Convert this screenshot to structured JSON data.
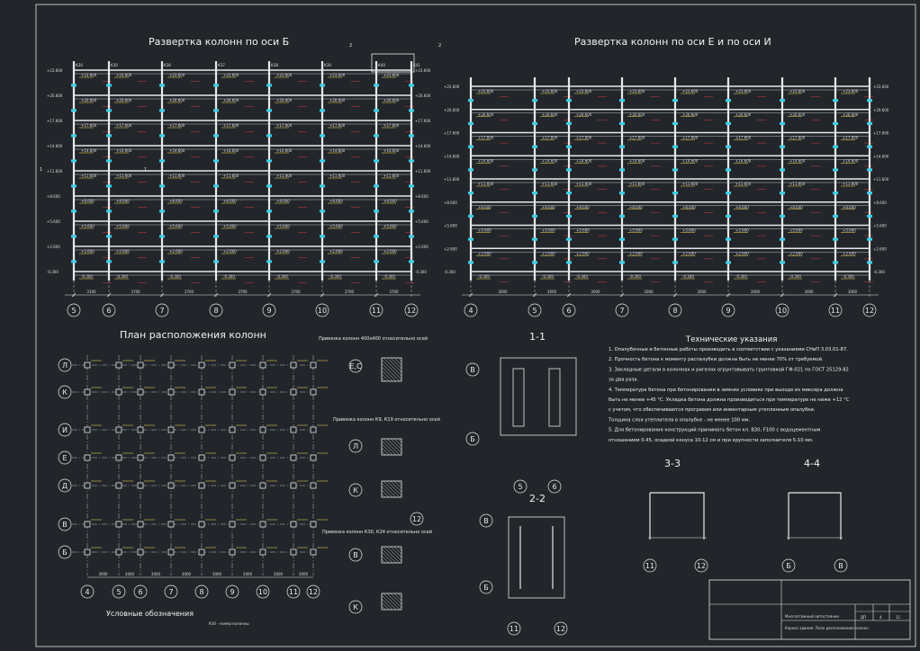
{
  "titles": {
    "elev_b": "Развертка колонн по оси Б",
    "elev_ei": "Развертка колонн по оси Е и по оси И",
    "plan": "План расположения колонн",
    "tech": "Технические указания",
    "sec11": "1-1",
    "sec22": "2-2",
    "sec33": "3-3",
    "sec44": "4-4",
    "legend": "Условные обозначения"
  },
  "binding": {
    "b1": "Привязка колонн 400х400 относительно осей",
    "b2": "Привязка колонн К9, К19 относительно осей",
    "b3": "Привязка колонн К30, К24 относительно осей"
  },
  "elevB": {
    "axes": [
      "5",
      "6",
      "7",
      "8",
      "9",
      "10",
      "11",
      "12"
    ],
    "levels": [
      "+23.600",
      "+20.600",
      "+17.600",
      "+14.600",
      "+11.600",
      "+8.600",
      "+5.600",
      "+2.600",
      "-0.300"
    ],
    "columns": [
      "К26",
      "К30",
      "К36",
      "К37",
      "К38",
      "К39",
      "К40",
      "К41"
    ],
    "dims": [
      "3100",
      "3700",
      "3700",
      "3700",
      "3700",
      "3700",
      "3700"
    ]
  },
  "elevE": {
    "axes": [
      "4",
      "5",
      "6",
      "7",
      "8",
      "9",
      "10",
      "11",
      "12"
    ],
    "levels": [
      "+23.600",
      "+20.600",
      "+17.600",
      "+14.600",
      "+11.600",
      "+8.600",
      "+5.600",
      "+2.600",
      "-0.300"
    ],
    "dims": [
      "3000",
      "3000",
      "3000",
      "3000",
      "3000",
      "3000",
      "3000",
      "3000"
    ]
  },
  "plan": {
    "rows": [
      "Л",
      "К",
      "И",
      "Е",
      "Д",
      "В",
      "Б"
    ],
    "cols": [
      "4",
      "5",
      "6",
      "7",
      "8",
      "9",
      "10",
      "11",
      "12"
    ],
    "dims": [
      "3000",
      "3000",
      "3000",
      "3000",
      "3000",
      "3000",
      "3000",
      "3000"
    ]
  },
  "notes": [
    "1. Опалубочные и бетонные работы производить в соответствии с указаниями СНиП 3.03.01-87.",
    "2. Прочность бетона к моменту распалубки должна быть не менее 70% от требуемой.",
    "3. Закладные детали в колоннах и ригелях огрунтовывать грунтовкой ГФ-021 по ГОСТ 25129-82",
    "   за два раза.",
    "4. Температура бетона при бетонировании в зимних условиях при выходе из миксера должна",
    "   быть не менее +45 °С. Укладка бетона должна производиться при температуре не ниже +12 °С",
    "   с учетом, что обеспечиваются прогревом или инвентарным утепленным опалубки.",
    "   Толщина слоя утеплителя в опалубке - не менее 100 мм.",
    "5. Для бетонирования конструкций принимать бетон кл. В30, F100 с водоцементным",
    "   отношением 0.45, осадкой конуса 10-12 см и при крупности заполнителя 5-10 мм."
  ],
  "sec11": {
    "rows": [
      "В",
      "Б"
    ],
    "cols": [
      "5",
      "6"
    ]
  },
  "sec22": {
    "rows": [
      "В",
      "Б"
    ],
    "cols": [
      "11",
      "12"
    ]
  },
  "sec33": {
    "cols": [
      "11",
      "12"
    ]
  },
  "sec44": {
    "cols": [
      "Б",
      "В"
    ]
  },
  "bindAxes": {
    "b1": "Е,С",
    "b2": [
      "Л",
      "К",
      "12"
    ],
    "b3": [
      "В",
      "К"
    ]
  },
  "legend": {
    "item1": "К30 - номер колонны"
  },
  "stamp": {
    "org": "Многоэтажный автостоянки",
    "sheet_title": "Каркас здания. План расположения колонн",
    "stage": "ДП",
    "sheet": "4",
    "sheets": "11"
  },
  "colors": {
    "bg": "#22262b",
    "line": "#e8e8e8",
    "yellow": "#ffe35a",
    "red": "#ff4040",
    "cyan": "#39d0e8",
    "green": "#3fd16a",
    "magenta": "#e040e0"
  }
}
